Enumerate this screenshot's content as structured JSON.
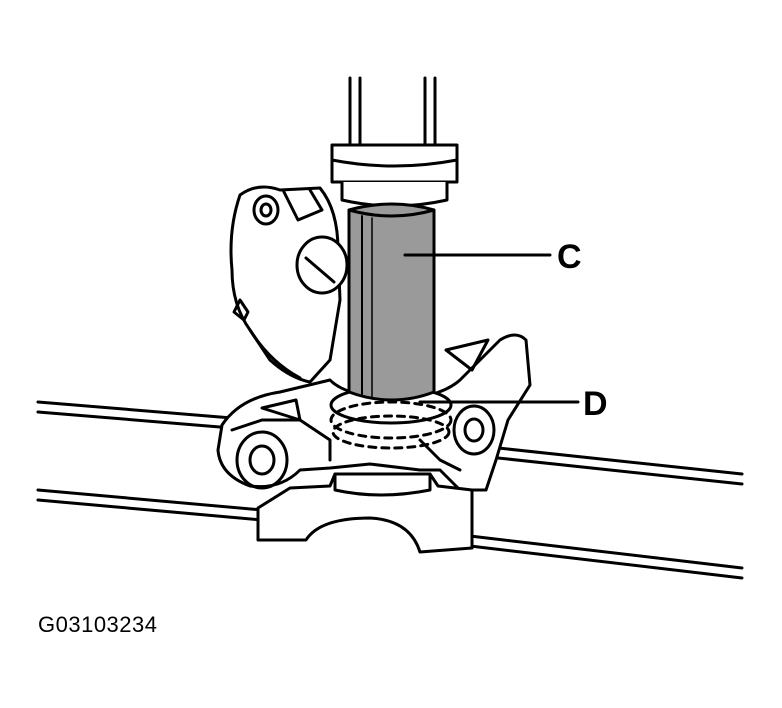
{
  "labels": {
    "callout_c": "C",
    "callout_d": "D"
  },
  "figure_id": "G03103234",
  "colors": {
    "line": "#000000",
    "background": "#ffffff",
    "tool_shade": "#9a9a9a"
  }
}
